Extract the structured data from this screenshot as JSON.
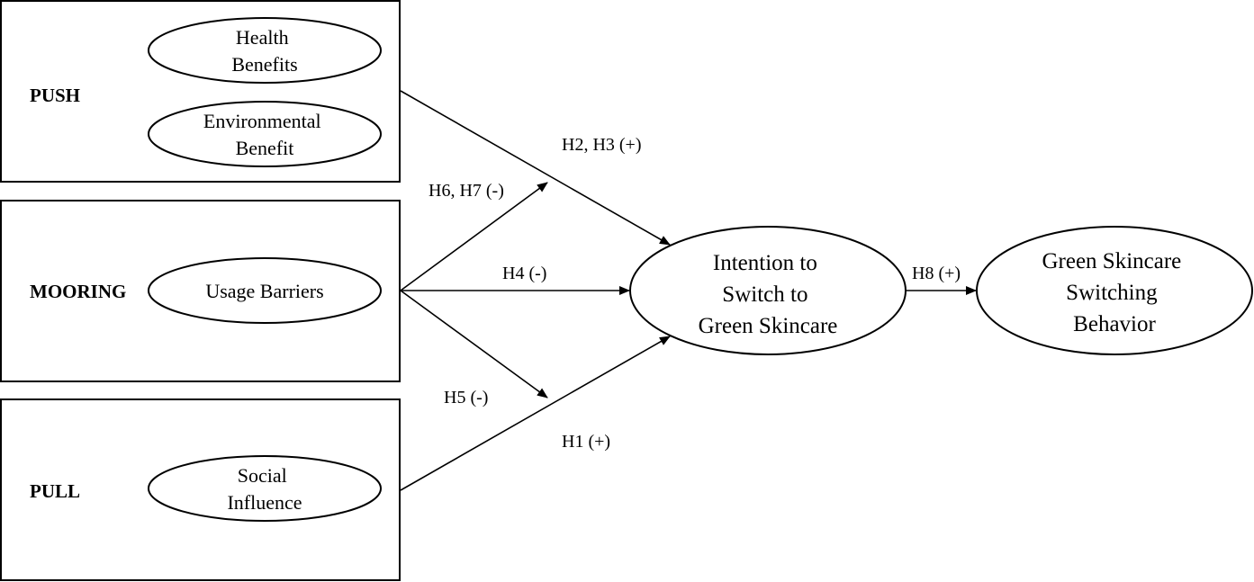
{
  "groups": {
    "push": {
      "label": "PUSH",
      "constructs": [
        [
          "Health",
          "Benefits"
        ],
        [
          "Environmental",
          "Benefit"
        ]
      ]
    },
    "mooring": {
      "label": "MOORING",
      "constructs": [
        [
          "Usage Barriers"
        ]
      ]
    },
    "pull": {
      "label": "PULL",
      "constructs": [
        [
          "Social",
          "Influence"
        ]
      ]
    }
  },
  "intention": [
    "Intention to",
    "Switch to",
    "Green Skincare"
  ],
  "behavior": [
    "Green Skincare",
    "Switching",
    "Behavior"
  ],
  "hypotheses": {
    "h2h3": "H2, H3 (+)",
    "h6h7": "H6, H7 (-)",
    "h4": "H4 (-)",
    "h5": "H5 (-)",
    "h1": "H1 (+)",
    "h8": "H8 (+)"
  }
}
